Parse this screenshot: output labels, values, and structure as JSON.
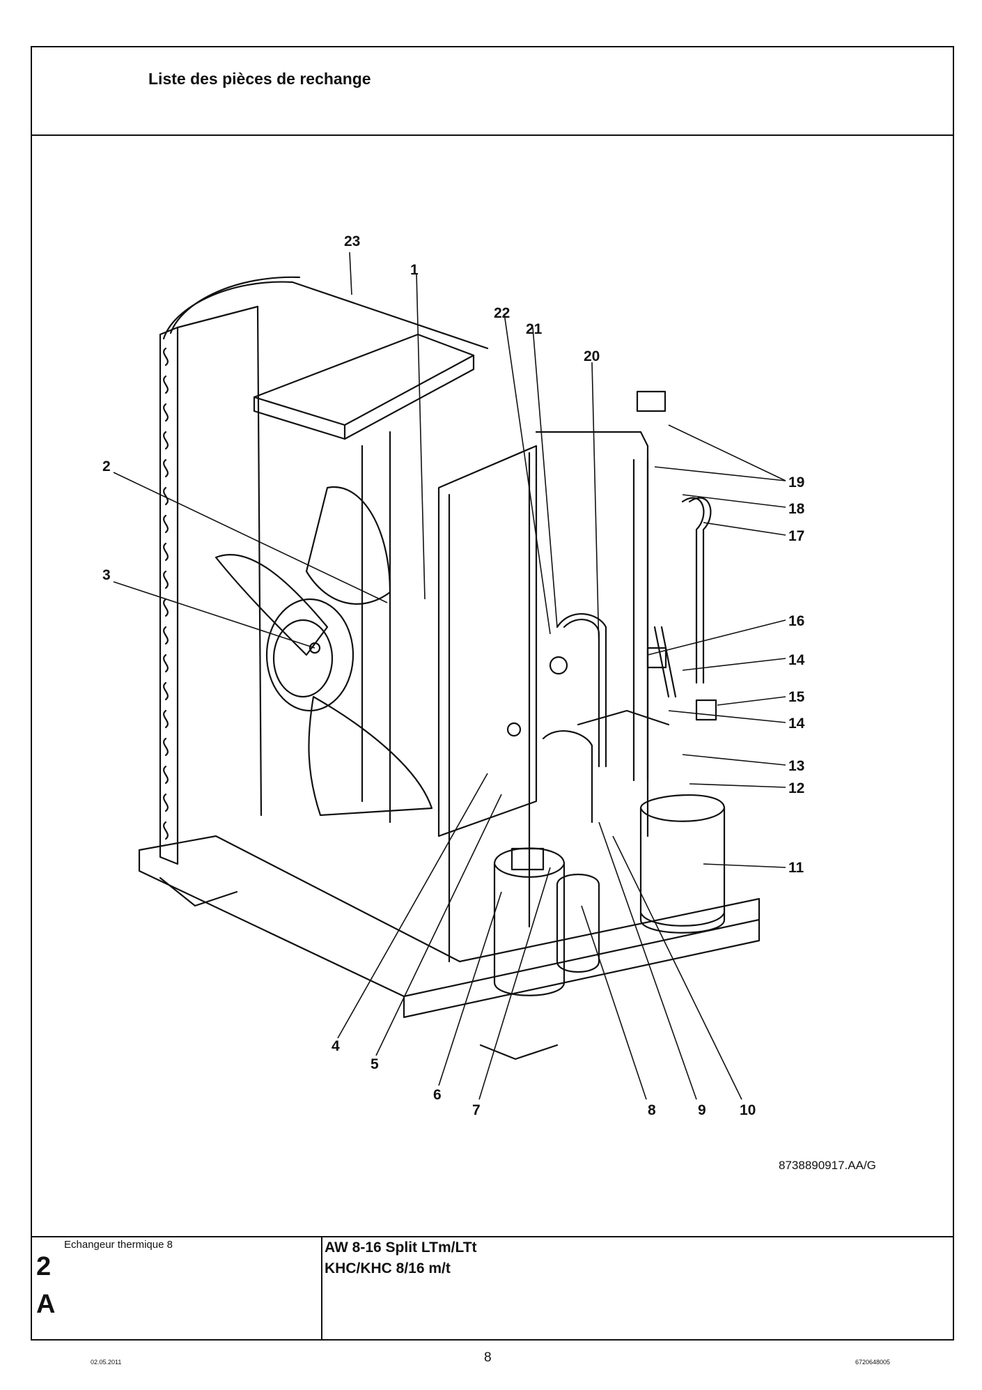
{
  "header": {
    "title": "Liste des pièces de rechange"
  },
  "figure": {
    "name": "exploded-parts-diagram",
    "drawing_ref": "8738890917.AA/G",
    "part_numbers": [
      "1",
      "2",
      "3",
      "4",
      "5",
      "6",
      "7",
      "8",
      "9",
      "10",
      "11",
      "12",
      "13",
      "14",
      "14",
      "15",
      "16",
      "17",
      "18",
      "19",
      "20",
      "21",
      "22",
      "23"
    ]
  },
  "footer_block": {
    "section_label": "Echangeur thermique 8",
    "section_number": "2",
    "section_letter": "A",
    "model_line_1": "AW 8-16 Split LTm/LTt",
    "model_line_2": "KHC/KHC 8/16 m/t"
  },
  "page_footer": {
    "date": "02.05.2011",
    "page_number": "8",
    "doc_number": "6720648005"
  }
}
